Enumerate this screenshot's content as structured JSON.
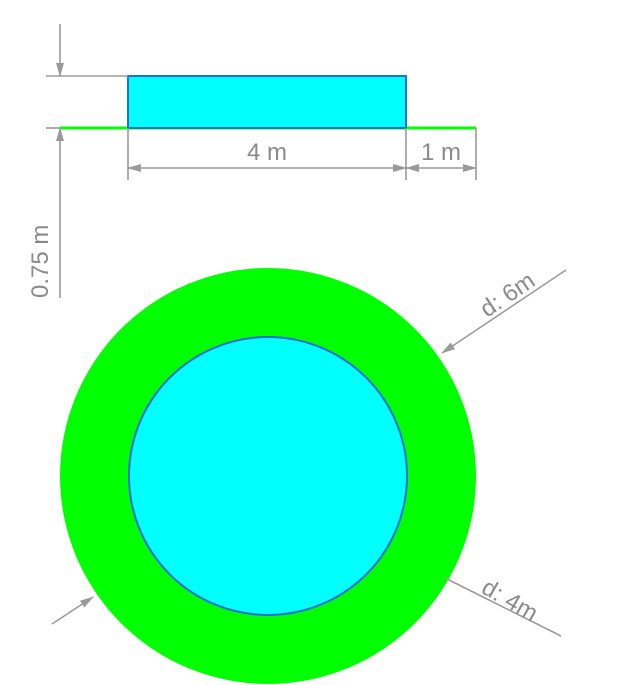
{
  "diagram": {
    "side_view": {
      "width_label": "4 m",
      "edge_label": "1 m",
      "height_label": "0.75 m"
    },
    "plan_view": {
      "outer_label": "d: 6m",
      "inner_label": "d: 4m"
    },
    "colors": {
      "water": "#00ffff",
      "outline": "#1e6fd6",
      "ground": "#00ff00",
      "dimension": "#9a9a9a"
    }
  }
}
